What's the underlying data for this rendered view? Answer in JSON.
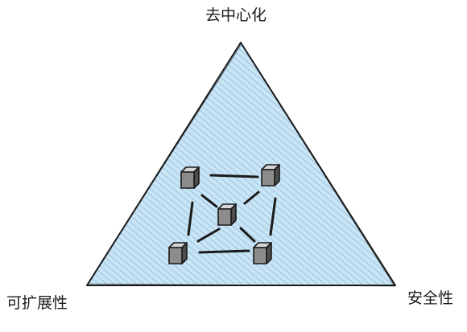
{
  "labels": {
    "top": "去中心化",
    "left": "可扩展性",
    "right": "安全性"
  },
  "colors": {
    "fill": "#c5e3f4",
    "hatch": "#7fb4d8",
    "stroke": "#1a1a1a",
    "cube_front": "#8a8a8a",
    "cube_top": "#d4d4d4",
    "cube_side": "#555555"
  }
}
